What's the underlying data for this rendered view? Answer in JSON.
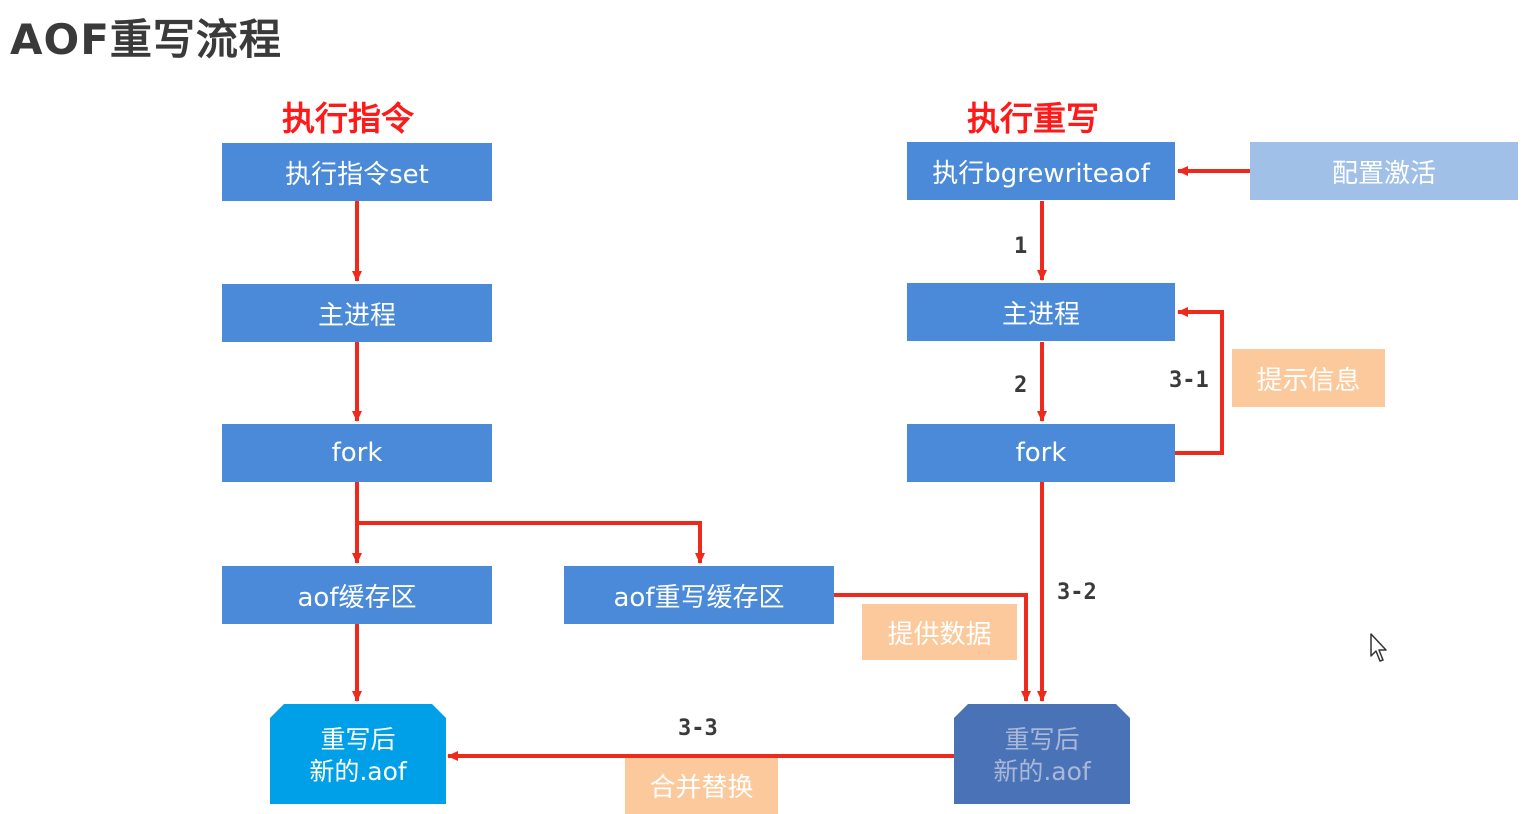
{
  "page": {
    "title": "AOF重写流程"
  },
  "left_column": {
    "title": "执行指令",
    "steps": [
      "执行指令set",
      "主进程",
      "fork",
      "aof缓存区"
    ]
  },
  "middle": {
    "rewrite_buffer": "aof重写缓存区",
    "provide_data": "提供数据"
  },
  "right_column": {
    "title": "执行重写",
    "steps": [
      "执行bgrewriteaof",
      "主进程",
      "fork"
    ],
    "config_activate": "配置激活",
    "prompt_info": "提示信息"
  },
  "outputs": {
    "left_file": {
      "line1": "重写后",
      "line2": "新的.aof"
    },
    "right_file": {
      "line1": "重写后",
      "line2": "新的.aof"
    },
    "merge_replace": "合并替换"
  },
  "step_labels": {
    "s1": "1",
    "s2": "2",
    "s3_1": "3-1",
    "s3_2": "3-2",
    "s3_3": "3-3"
  },
  "colors": {
    "box_blue": "#4a8ad8",
    "box_light_blue": "#a0c0e8",
    "note_orange": "#fbc99b",
    "arrow_red": "#ee2a1c",
    "title_red": "#ff1a1a",
    "file_cyan": "#00a0e9",
    "file_dark_blue": "#4a72b6"
  }
}
